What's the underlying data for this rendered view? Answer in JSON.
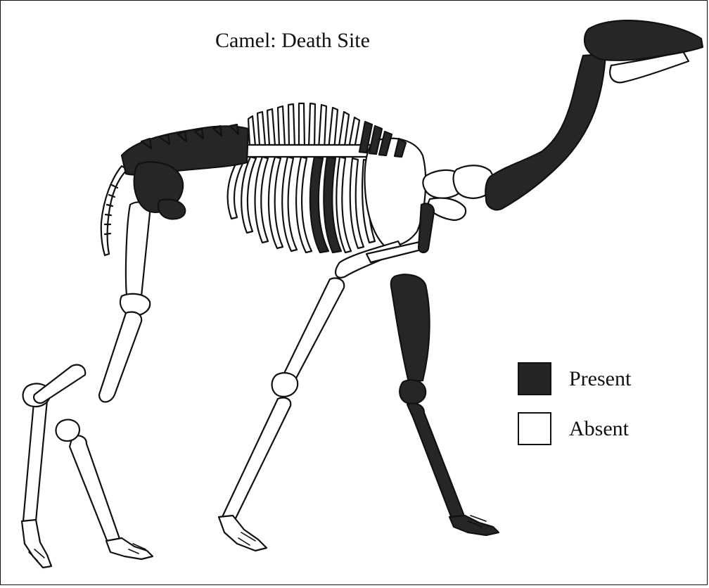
{
  "diagram": {
    "title": "Camel: Death Site",
    "legend": [
      {
        "label": "Present",
        "fill": "#252525"
      },
      {
        "label": "Absent",
        "fill": "#ffffff"
      }
    ],
    "colors": {
      "present_bone": "#262626",
      "absent_bone": "#ffffff",
      "outline": "#111111"
    }
  }
}
